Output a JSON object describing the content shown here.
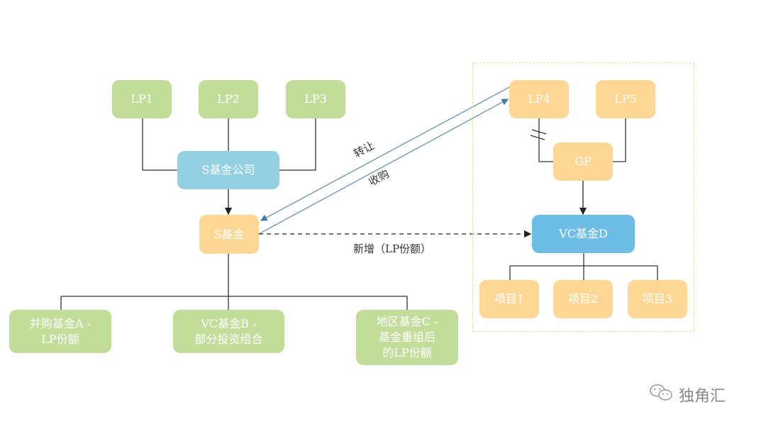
{
  "diagram": {
    "colors": {
      "lp_green": "#c2dc9a",
      "s_company_blue": "#93d0e1",
      "orange": "#fdd793",
      "vc_blue": "#6ebde6",
      "line": "#333333",
      "transfer_line": "#5a8fa8"
    },
    "nodes": {
      "lp1": "LP1",
      "lp2": "LP2",
      "lp3": "LP3",
      "s_company": "S基金公司",
      "s_fund": "S基金",
      "fund_a": "并购基金A -\nLP份额",
      "fund_b": "VC基金B -\n部分投资组合",
      "fund_c": "地区基金C -\n基金重组后\n的LP份额",
      "lp4": "LP4",
      "lp5": "LP5",
      "gp": "GP",
      "vc_d": "VC基金D",
      "project1": "项目1",
      "project2": "项目2",
      "project3": "项目3"
    },
    "edge_labels": {
      "transfer": "转让",
      "acquire": "收购",
      "new_lp": "新增（LP份额）"
    }
  },
  "watermark": {
    "icon": "wechat-icon",
    "text": "独角汇"
  }
}
